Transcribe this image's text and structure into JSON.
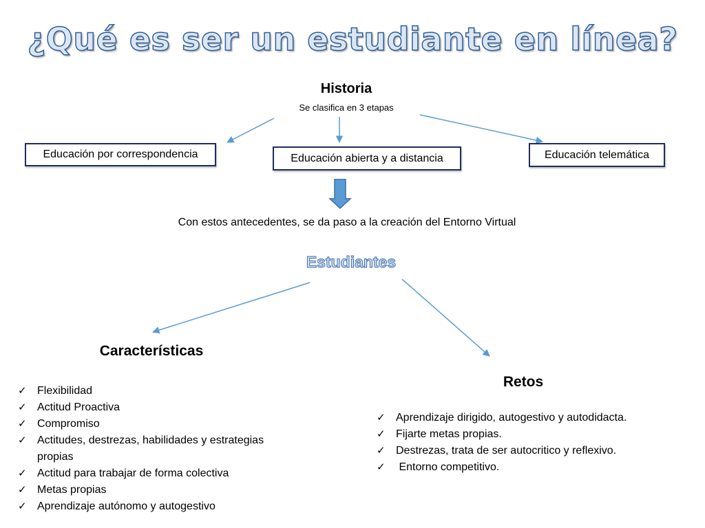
{
  "title": "¿Qué es ser un estudiante en línea?",
  "historia": {
    "title": "Historia",
    "subtitle": "Se clasifica en 3 etapas",
    "stages": [
      "Educación por correspondencia",
      "Educación abierta y a distancia",
      "Educación telemática"
    ]
  },
  "antecedentes": "Con estos antecedentes, se da paso a la creación del Entorno Virtual",
  "estudiantes": "Estudiantes",
  "caracteristicas": {
    "title": "Características",
    "items": [
      "Flexibilidad",
      "Actitud Proactiva",
      "Compromiso",
      "Actitudes, destrezas, habilidades y estrategias propias",
      "Actitud para trabajar de forma colectiva",
      "Metas propias",
      "Aprendizaje autónomo y autogestivo"
    ]
  },
  "retos": {
    "title": "Retos",
    "items": [
      "Aprendizaje dirigido, autogestivo y autodidacta.",
      "Fijarte metas propias.",
      "Destrezas, trata de ser autocritico y reflexivo.",
      " Entorno competitivo."
    ]
  },
  "colors": {
    "arrow": "#5b9bd5",
    "box_border": "#1f2d5a",
    "title_fill": "#dce6f2",
    "title_stroke": "#2e5f9a"
  }
}
